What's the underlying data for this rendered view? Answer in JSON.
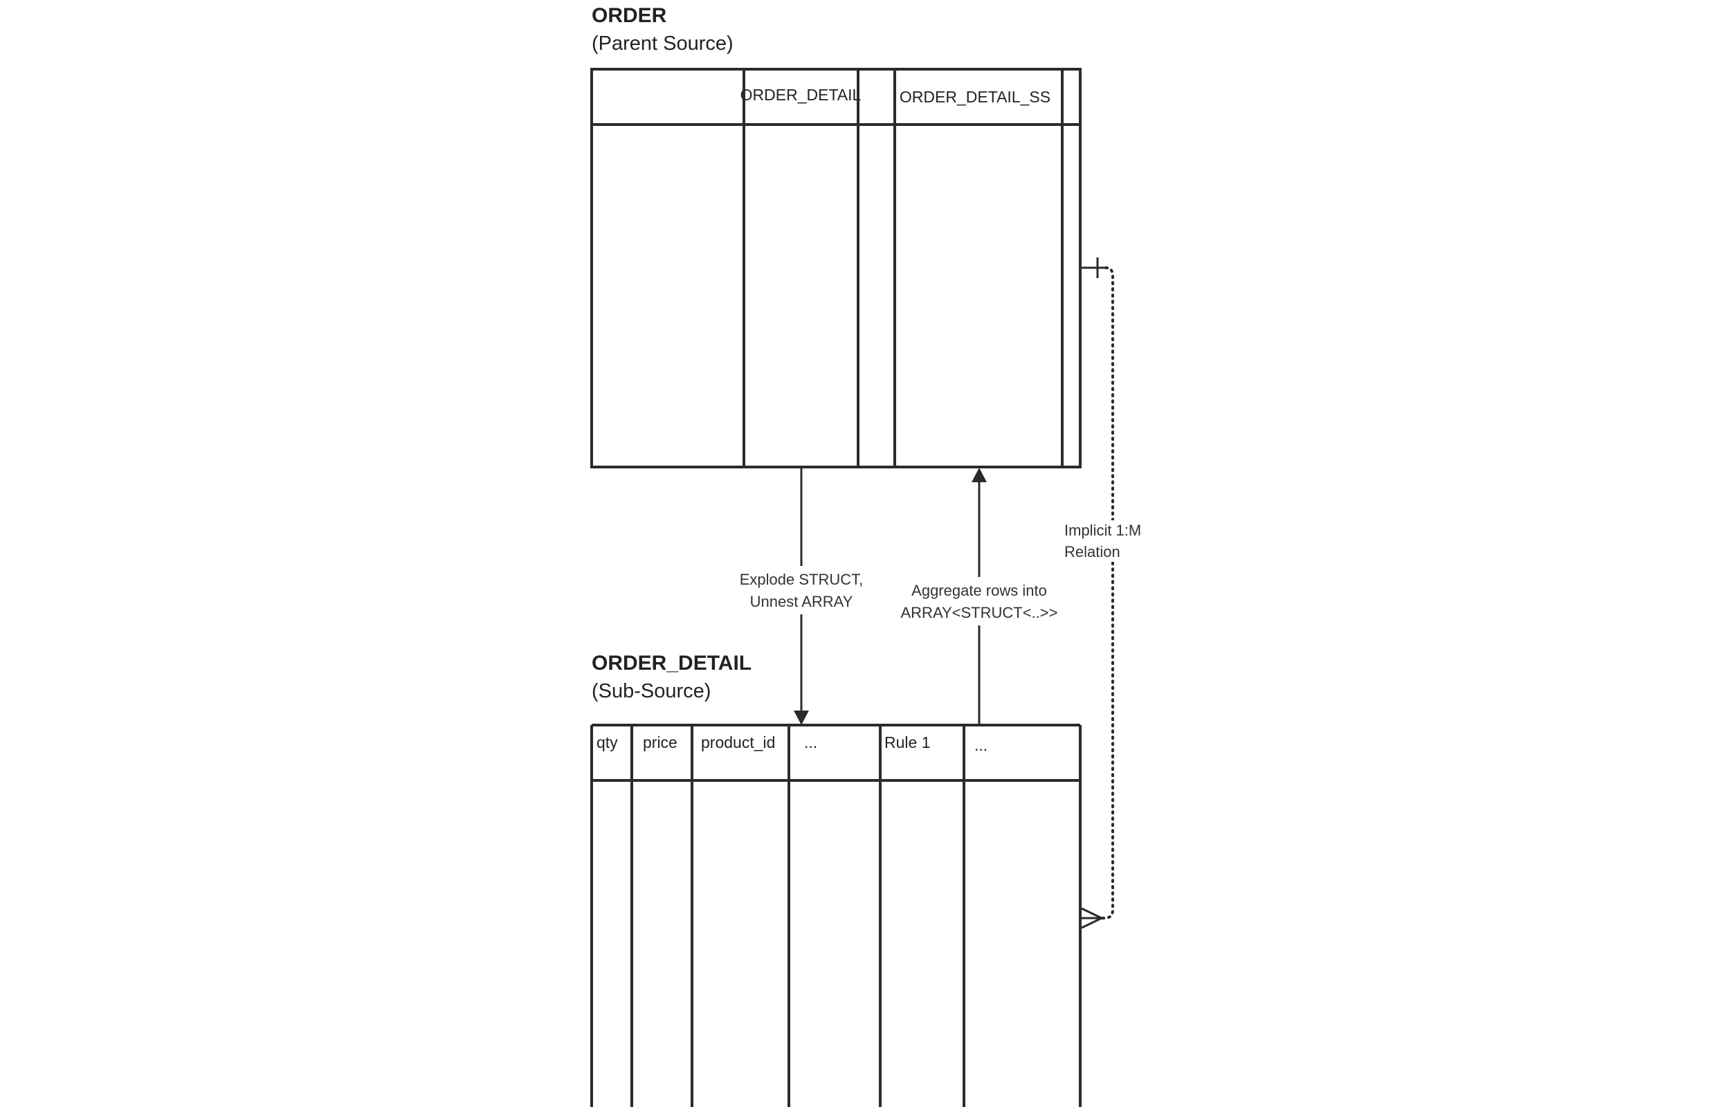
{
  "parent_table": {
    "title": "ORDER",
    "subtitle": "(Parent Source)",
    "columns": [
      "",
      "ORDER_DETAIL",
      "",
      "ORDER_DETAIL_SS",
      ""
    ]
  },
  "sub_table": {
    "title": "ORDER_DETAIL",
    "subtitle": "(Sub-Source)",
    "columns": [
      "qty",
      "price",
      "product_id",
      "...",
      "Rule 1",
      "..."
    ]
  },
  "connectors": {
    "explode_label": [
      "Explode STRUCT,",
      "Unnest ARRAY"
    ],
    "aggregate_label": [
      "Aggregate rows into",
      "ARRAY<STRUCT<..>>"
    ],
    "relation_label": [
      "Implicit 1:M",
      "Relation"
    ]
  }
}
